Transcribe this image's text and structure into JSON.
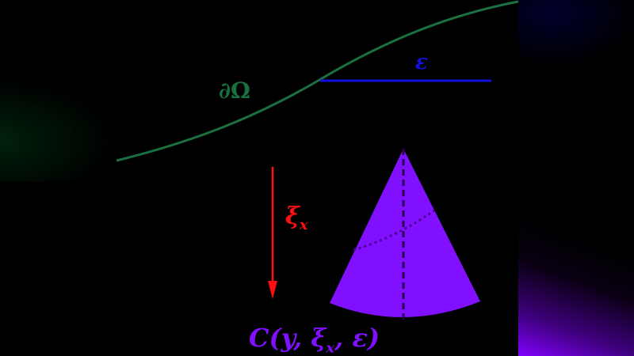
{
  "diagram": {
    "boundary_label": "∂Ω",
    "epsilon_label": "ε",
    "direction_label": "ξ",
    "direction_subscript": "x",
    "cone_label": "C(y, ξ",
    "cone_label_sub": "x",
    "cone_label_end": ", ε)"
  },
  "colors": {
    "boundary": "#1a7040",
    "epsilon": "#1010e0",
    "direction": "#ff1010",
    "cone": "#8010ff",
    "background": "#000000"
  }
}
